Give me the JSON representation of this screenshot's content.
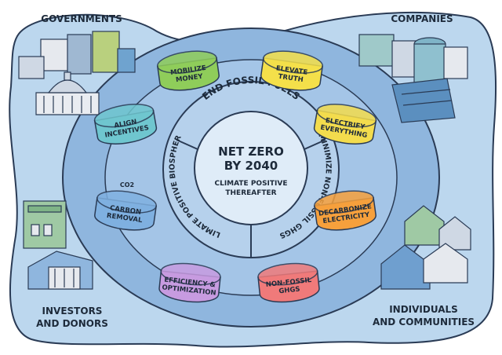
{
  "center": {
    "title_line1": "NET ZERO",
    "title_line2": "BY 2040",
    "subtitle_line1": "CLIMATE POSITIVE",
    "subtitle_line2": "THEREAFTER"
  },
  "ring": {
    "top": "END FOSSIL FUELS",
    "left": "CLIMATE POSITIVE BIOSPHERE",
    "right": "MINIMIZE NON-FOSSIL GHGS"
  },
  "actors": {
    "governments": "GOVERNMENTS",
    "companies": "COMPANIES",
    "investors_line1": "INVESTORS",
    "investors_line2": "AND DONORS",
    "individuals_line1": "INDIVIDUALS",
    "individuals_line2": "AND COMMUNITIES"
  },
  "levers": [
    {
      "line1": "MOBILIZE",
      "line2": "MONEY",
      "color": "#8fcd5a"
    },
    {
      "line1": "ELEVATE",
      "line2": "TRUTH",
      "color": "#f4e04a"
    },
    {
      "line1": "ELECTRIFY",
      "line2": "EVERYTHING",
      "color": "#f3dc4d"
    },
    {
      "line1": "DECARBONIZE",
      "line2": "ELECTRICITY",
      "color": "#f6a03c"
    },
    {
      "line1": "NON-FOSSIL",
      "line2": "GHGS",
      "color": "#f07a7a"
    },
    {
      "line1": "EFFICIENCY &",
      "line2": "OPTIMIZATION",
      "color": "#c79be0"
    },
    {
      "line1": "CARBON",
      "line2": "REMOVAL",
      "color": "#7fb0e0"
    },
    {
      "line1": "ALIGN",
      "line2": "INCENTIVES",
      "color": "#6fc6cf"
    }
  ],
  "co2_label": "CO2",
  "colors": {
    "blob": "#bcd7ee",
    "outer_disc": "#8fb6de",
    "ring": "#b6d1ec",
    "core": "#dfecf8",
    "ink": "#1d2a3a"
  }
}
